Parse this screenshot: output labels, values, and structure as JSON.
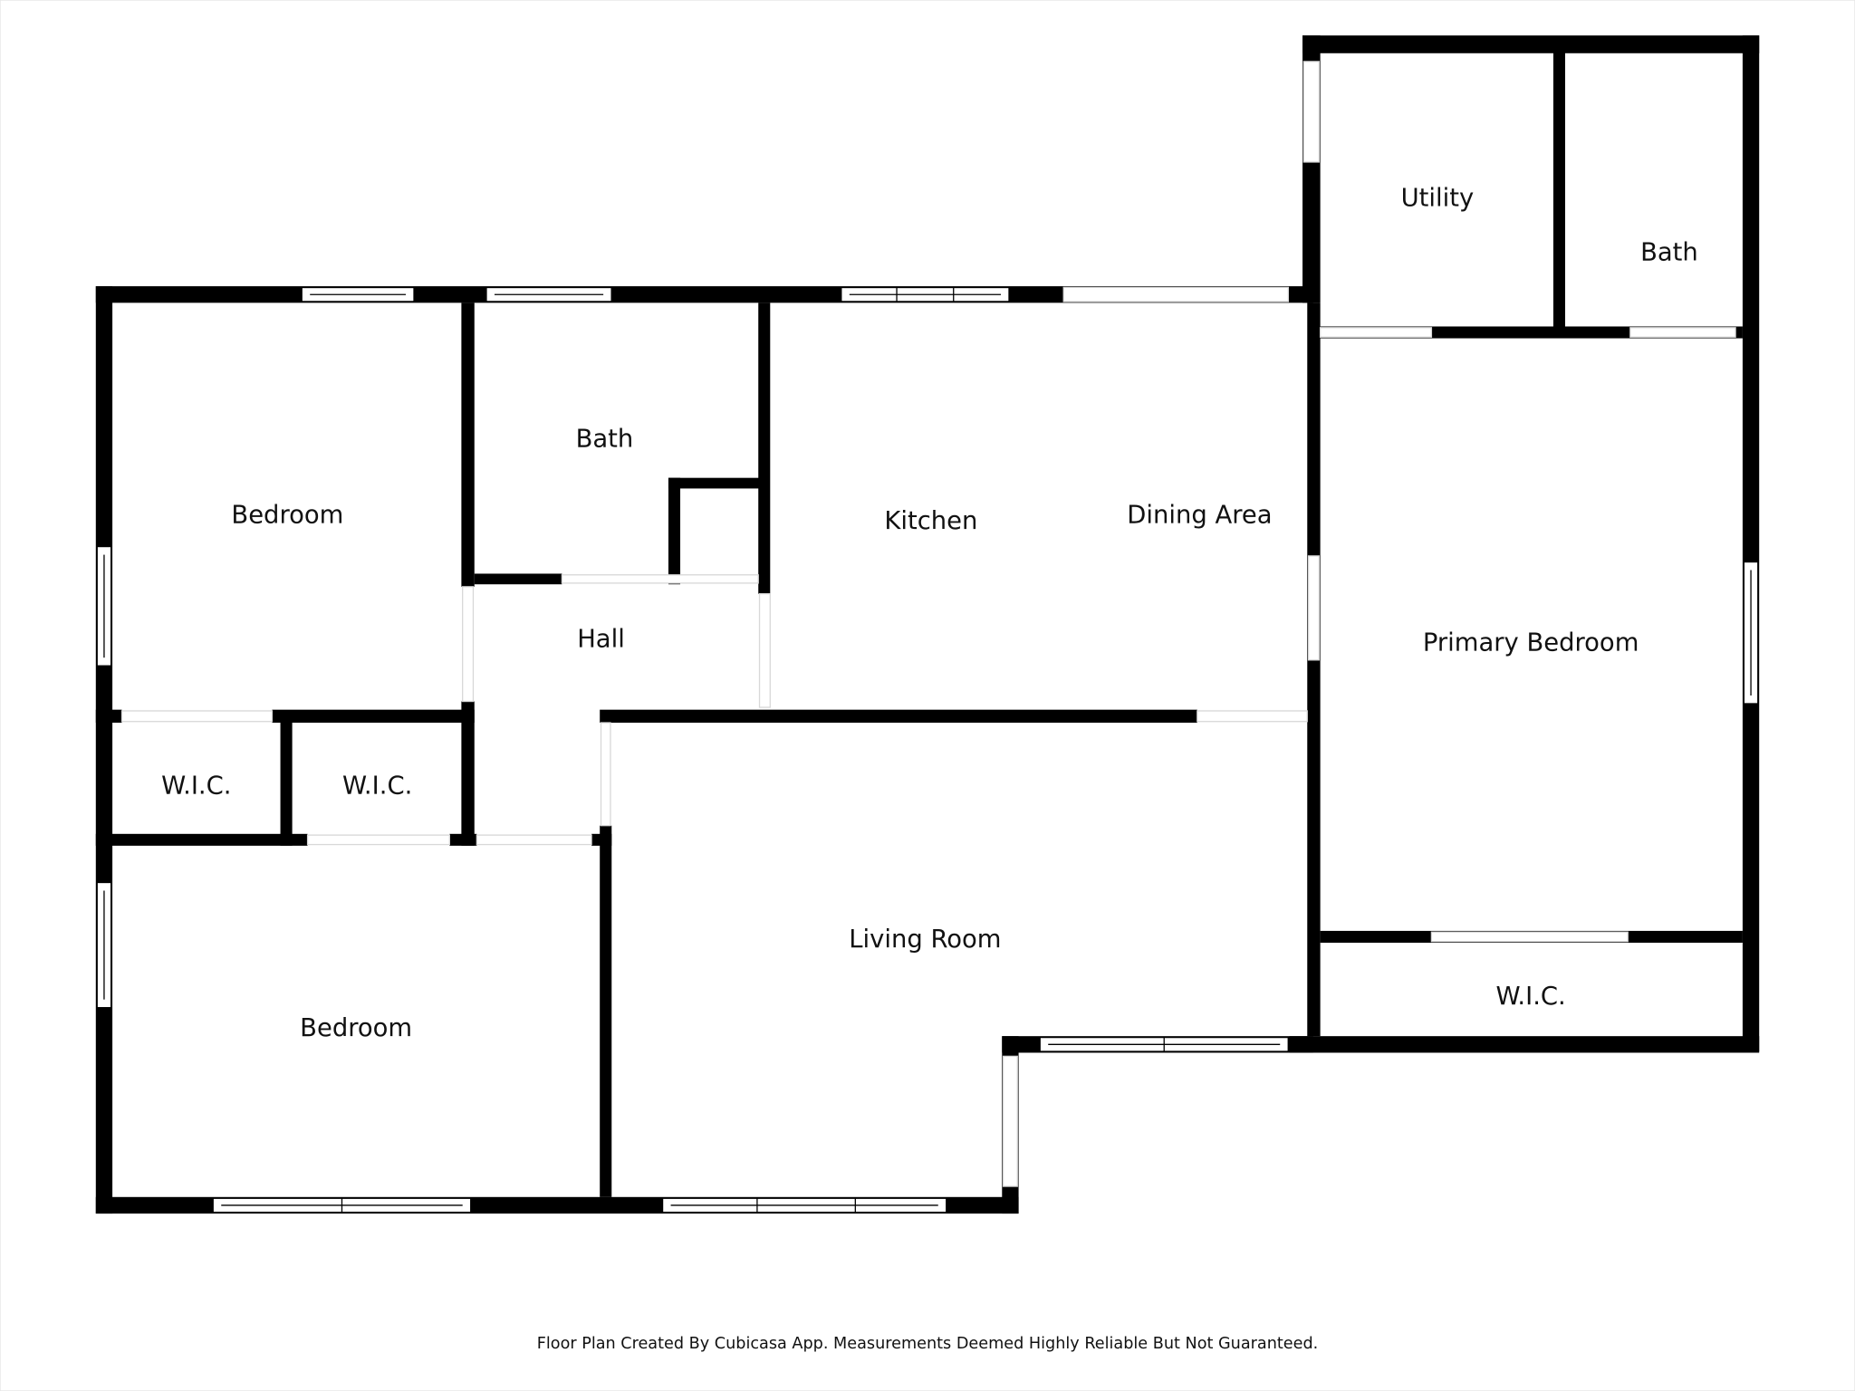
{
  "rooms": {
    "bedroom_1": "Bedroom",
    "bath_1": "Bath",
    "hall": "Hall",
    "kitchen": "Kitchen",
    "dining": "Dining Area",
    "utility": "Utility",
    "bath_2": "Bath",
    "primary_bedroom": "Primary Bedroom",
    "wic_1": "W.I.C.",
    "wic_2": "W.I.C.",
    "wic_3": "W.I.C.",
    "living_room": "Living Room",
    "bedroom_2": "Bedroom"
  },
  "footer": "Floor Plan Created By Cubicasa App. Measurements Deemed Highly Reliable But Not Guaranteed."
}
